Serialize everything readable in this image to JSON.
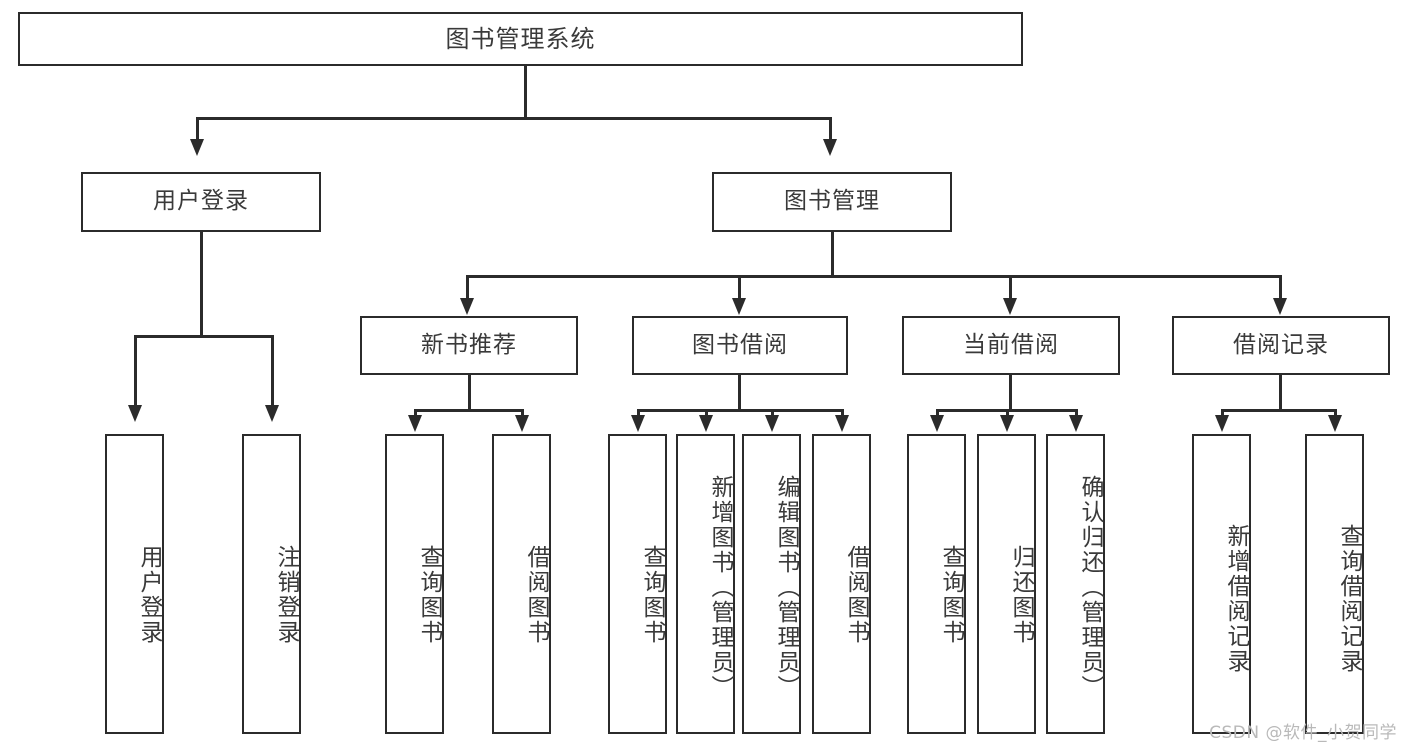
{
  "diagram": {
    "title": "图书管理系统",
    "type": "tree",
    "watermark": "CSDN @软件_小贺同学",
    "colors": {
      "stroke": "#2b2b2b",
      "fill": "#ffffff",
      "text": "#3a3a3a",
      "watermark": "#b9b9b9"
    },
    "root": {
      "label": "图书管理系统"
    },
    "level2": [
      {
        "label": "用户登录"
      },
      {
        "label": "图书管理"
      }
    ],
    "level3": [
      {
        "label": "新书推荐"
      },
      {
        "label": "图书借阅"
      },
      {
        "label": "当前借阅"
      },
      {
        "label": "借阅记录"
      }
    ],
    "leaves": {
      "user_login": [
        {
          "label": "用户登录"
        },
        {
          "label": "注销登录"
        }
      ],
      "new_book": [
        {
          "label": "查询图书"
        },
        {
          "label": "借阅图书"
        }
      ],
      "borrow": [
        {
          "label": "查询图书"
        },
        {
          "label": "新增图书（管理员）"
        },
        {
          "label": "编辑图书（管理员）"
        },
        {
          "label": "借阅图书"
        }
      ],
      "current": [
        {
          "label": "查询图书"
        },
        {
          "label": "归还图书"
        },
        {
          "label": "确认归还（管理员）"
        }
      ],
      "records": [
        {
          "label": "新增借阅记录"
        },
        {
          "label": "查询借阅记录"
        }
      ]
    }
  }
}
